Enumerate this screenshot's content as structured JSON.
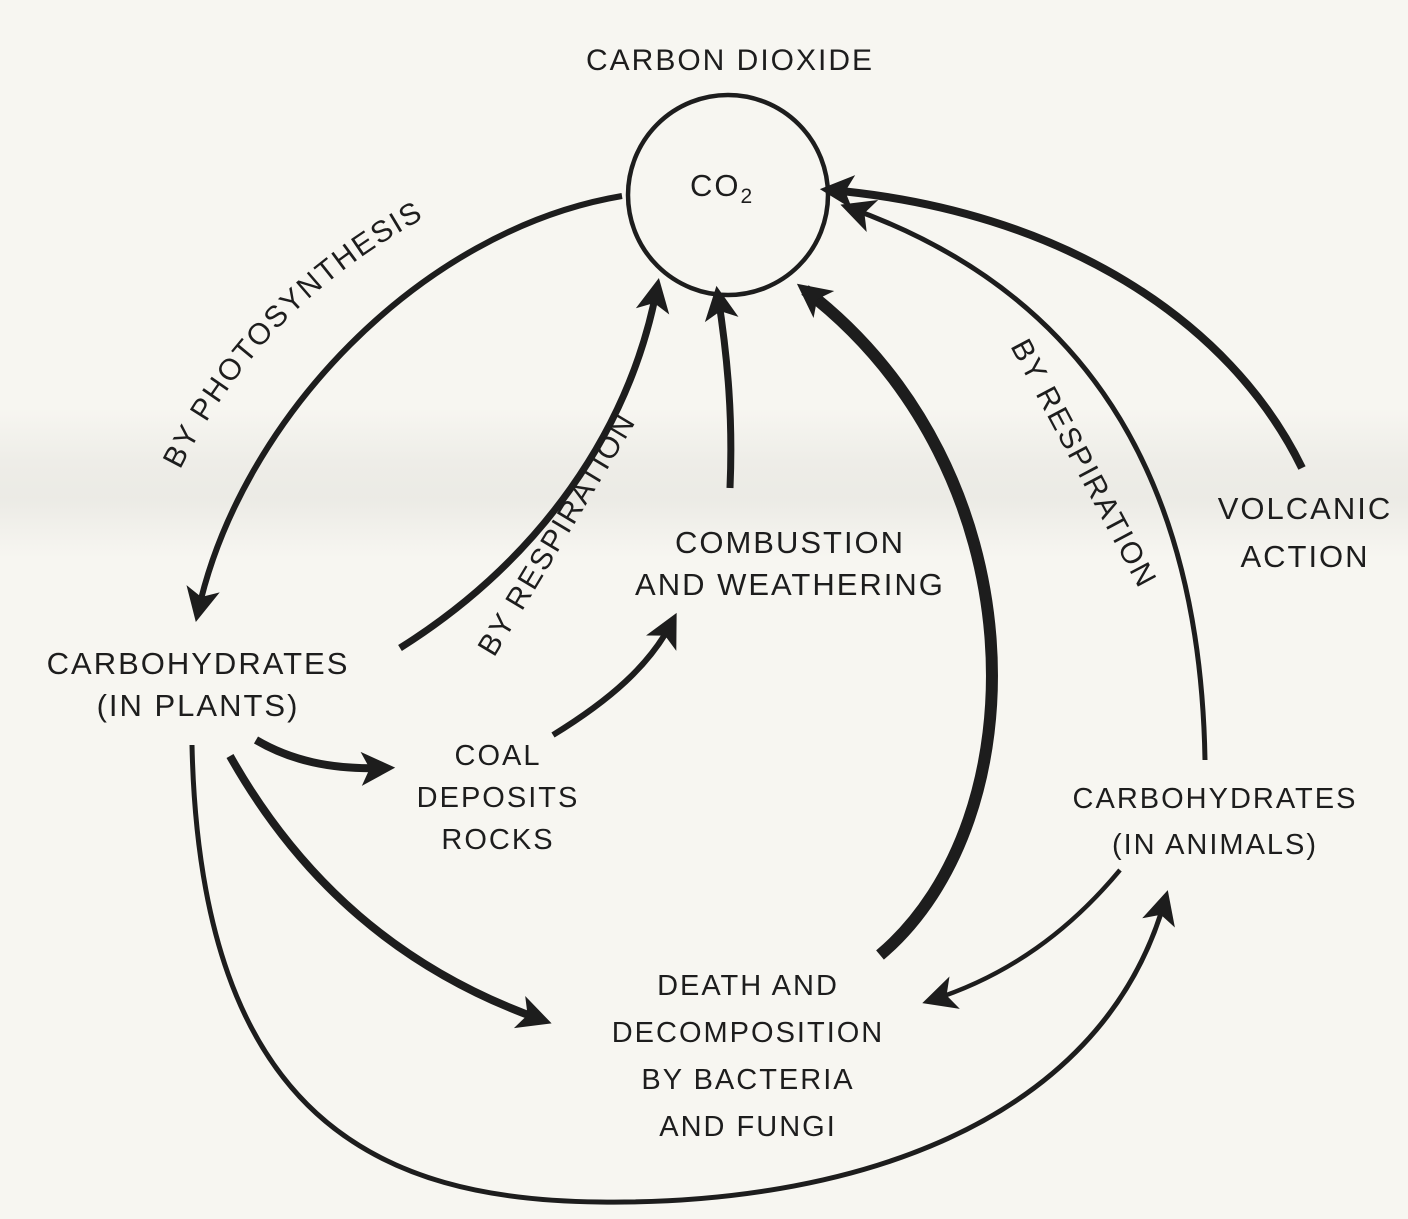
{
  "labels": {
    "carbon_dioxide_title": "CARBON DIOXIDE",
    "co2": "CO",
    "co2_subscript": "2",
    "by_photosynthesis": "BY PHOTOSYNTHESIS",
    "by_respiration_plants": "BY RESPIRATION",
    "by_respiration_animals": "BY RESPIRATION",
    "combustion_line1": "COMBUSTION",
    "combustion_line2": "AND WEATHERING",
    "volcanic_line1": "VOLCANIC",
    "volcanic_line2": "ACTION",
    "plants_line1": "CARBOHYDRATES",
    "plants_line2": "(IN PLANTS)",
    "coal_line1": "COAL",
    "coal_line2": "DEPOSITS",
    "coal_line3": "ROCKS",
    "animals_line1": "CARBOHYDRATES",
    "animals_line2": "(IN ANIMALS)",
    "death_line1": "DEATH AND",
    "death_line2": "DECOMPOSITION",
    "death_line3": "BY BACTERIA",
    "death_line4": "AND FUNGI"
  },
  "colors": {
    "ink": "#1d1d1d",
    "paper": "#f7f6f1"
  }
}
